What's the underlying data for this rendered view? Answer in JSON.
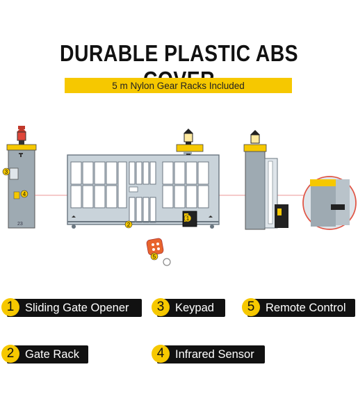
{
  "title": "DURABLE PLASTIC ABS COVER",
  "subtitle": "5 m Nylon Gear Racks Included",
  "diagram": {
    "markers": [
      "1",
      "2",
      "3",
      "4",
      "5"
    ],
    "pillar_plate": "23"
  },
  "legend": [
    {
      "number": "1",
      "label": "Sliding Gate Opener"
    },
    {
      "number": "3",
      "label": "Keypad"
    },
    {
      "number": "5",
      "label": "Remote Control"
    },
    {
      "number": "2",
      "label": "Gate Rack"
    },
    {
      "number": "4",
      "label": "Infrared Sensor"
    }
  ],
  "colors": {
    "accent": "#f6c800",
    "label_bg": "#111111",
    "pillar": "#9eaab2",
    "gate": "#c9d3da"
  }
}
